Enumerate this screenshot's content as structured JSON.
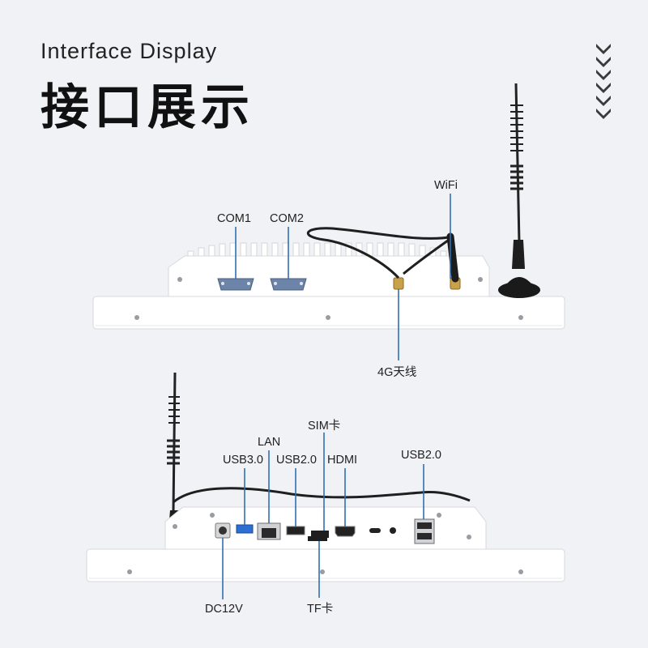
{
  "header": {
    "subtitle": "Interface Display",
    "title": "接口展示"
  },
  "top_view": {
    "labels": {
      "com1": "COM1",
      "com2": "COM2",
      "wifi": "WiFi",
      "antenna_4g": "4G天线"
    }
  },
  "bottom_view": {
    "labels": {
      "usb30": "USB3.0",
      "lan": "LAN",
      "usb20_left": "USB2.0",
      "sim": "SIM卡",
      "hdmi": "HDMI",
      "usb20_right": "USB2.0",
      "dc12v": "DC12V",
      "tf": "TF卡"
    }
  },
  "colors": {
    "background": "#f1f2f6",
    "pointer_line": "#2f6fb3",
    "device_body": "#ffffff",
    "antenna": "#1c1c1c"
  },
  "icons": {
    "scroll_indicator": "chevron-down-icon"
  }
}
